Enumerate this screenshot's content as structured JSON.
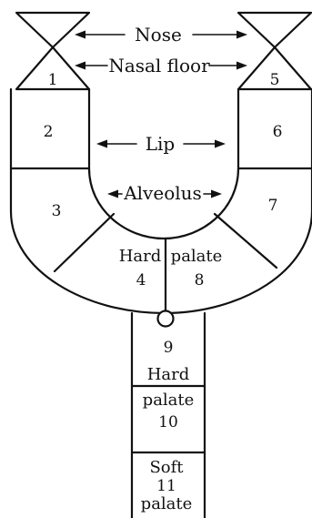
{
  "labels": {
    "nose": "Nose",
    "nasal_floor": "Nasal floor",
    "lip": "Lip",
    "alveolus": "Alveolus",
    "hard_palate_top": "Hard",
    "palate_top": "palate",
    "hard_lower": "Hard",
    "palate_lower": "palate",
    "soft": "Soft",
    "palate_soft": "palate"
  },
  "segments": {
    "s1": "1",
    "s2": "2",
    "s3": "3",
    "s4": "4",
    "s5": "5",
    "s6": "6",
    "s7": "7",
    "s8": "8",
    "s9": "9",
    "s10": "10",
    "s11": "11"
  },
  "colors": {
    "ink": "#111111",
    "background": "#ffffff"
  }
}
